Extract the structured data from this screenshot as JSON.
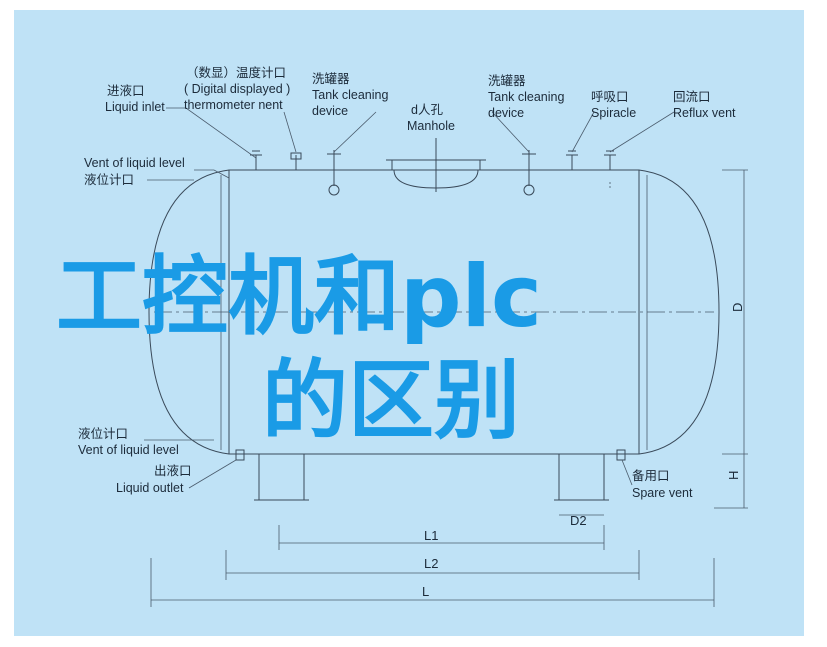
{
  "labels": {
    "inlet_cn": "进液口",
    "inlet_en": "Liquid inlet",
    "thermo_cn": "（数显）温度计口",
    "thermo_en1": "( Digital displayed )",
    "thermo_en2": "thermometer nent",
    "clean1_cn": "洗罐器",
    "clean1_en1": "Tank cleaning",
    "clean1_en2": "device",
    "manhole_cn": "d人孔",
    "manhole_en": "Manhole",
    "clean2_cn": "洗罐器",
    "clean2_en1": "Tank cleaning",
    "clean2_en2": "device",
    "spiracle_cn": "呼吸口",
    "spiracle_en": "Spiracle",
    "reflux_cn": "回流口",
    "reflux_en": "Reflux vent",
    "vent_top_en": "Vent of liquid level",
    "vent_top_cn": "液位计口",
    "vent_bot_cn": "液位计口",
    "vent_bot_en": "Vent of liquid level",
    "outlet_cn": "出液口",
    "outlet_en": "Liquid outlet",
    "spare_cn": "备用口",
    "spare_en": "Spare vent"
  },
  "dimensions": {
    "d": "D",
    "h": "H",
    "d2": "D2",
    "l1": "L1",
    "l2": "L2",
    "l": "L"
  },
  "title": {
    "line1": "工控机和plc",
    "line2": "的区别"
  },
  "colors": {
    "background": "#bfe2f6",
    "title": "#1a9be6",
    "lines": "#3a4a5a"
  }
}
